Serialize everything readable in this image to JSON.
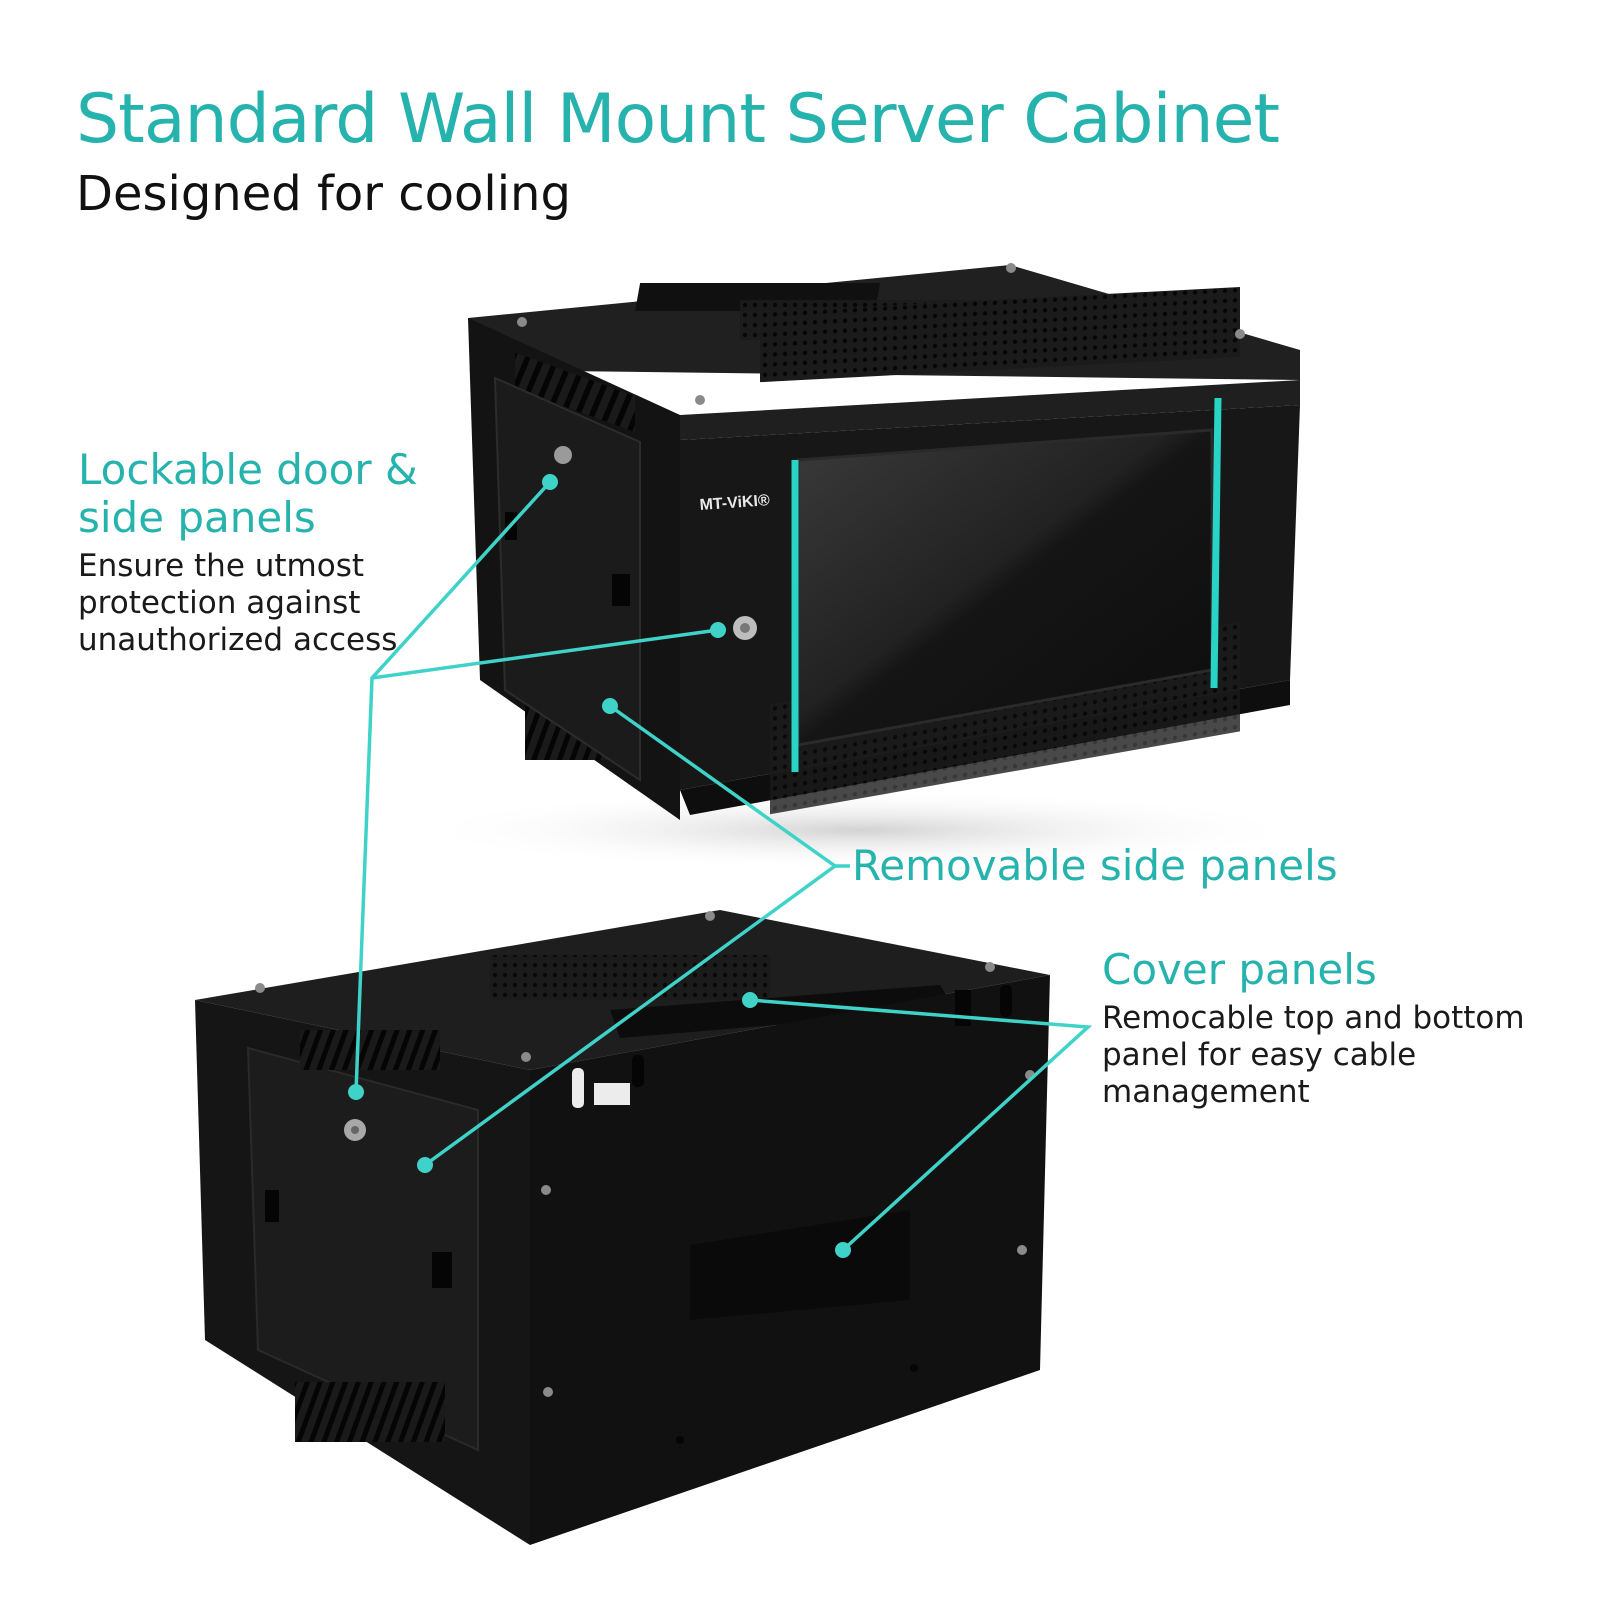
{
  "header": {
    "title": "Standard Wall Mount Server Cabinet",
    "subtitle": "Designed for cooling"
  },
  "callouts": {
    "lockable": {
      "title_line1": "Lockable door &",
      "title_line2": "side panels",
      "body_line1": "Ensure the utmost",
      "body_line2": "protection against",
      "body_line3": "unauthorized access"
    },
    "removable": {
      "title": "Removable side panels"
    },
    "cover": {
      "title": "Cover panels",
      "body_line1": "Remocable top and bottom",
      "body_line2": "panel for easy cable",
      "body_line3": "management"
    }
  },
  "product": {
    "brand_logo": "MT-ViKI®"
  },
  "colors": {
    "accent": "#27b3ad",
    "cabinet": "#161616",
    "text": "#111111"
  }
}
